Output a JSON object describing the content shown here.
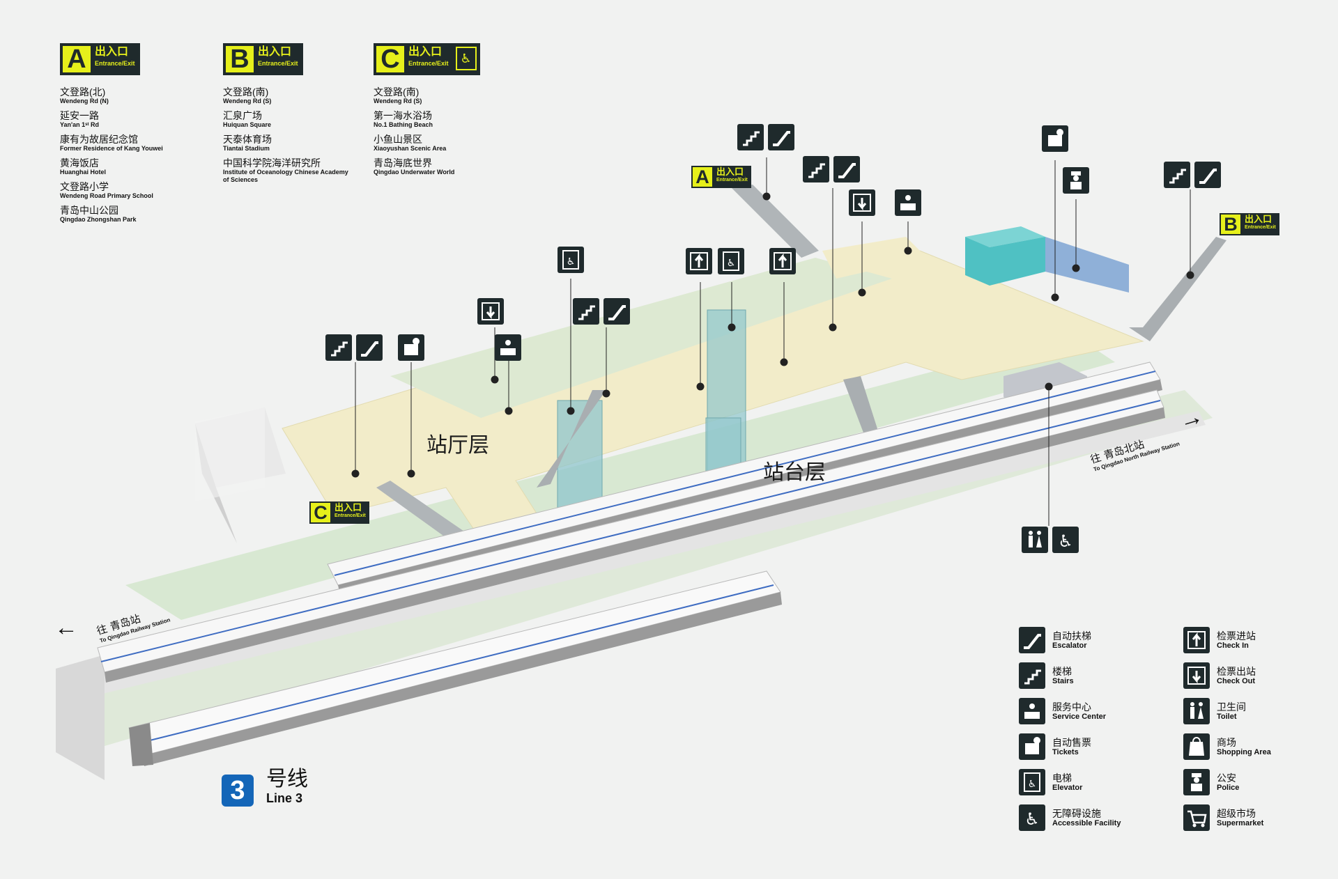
{
  "entrances": [
    {
      "letter": "A",
      "label_cn": "出入口",
      "label_en": "Entrance/Exit",
      "elevator": false,
      "destinations": [
        {
          "cn": "文登路(北)",
          "en": "Wendeng Rd (N)"
        },
        {
          "cn": "延安一路",
          "en": "Yan'an 1ˢᵗ Rd"
        },
        {
          "cn": "康有为故居纪念馆",
          "en": "Former Residence of Kang Youwei"
        },
        {
          "cn": "黄海饭店",
          "en": "Huanghai Hotel"
        },
        {
          "cn": "文登路小学",
          "en": "Wendeng Road Primary School"
        },
        {
          "cn": "青岛中山公园",
          "en": "Qingdao Zhongshan Park"
        }
      ]
    },
    {
      "letter": "B",
      "label_cn": "出入口",
      "label_en": "Entrance/Exit",
      "elevator": false,
      "destinations": [
        {
          "cn": "文登路(南)",
          "en": "Wendeng Rd (S)"
        },
        {
          "cn": "汇泉广场",
          "en": "Huiquan Square"
        },
        {
          "cn": "天泰体育场",
          "en": "Tiantai Stadium"
        },
        {
          "cn": "中国科学院海洋研究所",
          "en": "Institute of Oceanology Chinese Academy of Sciences"
        }
      ]
    },
    {
      "letter": "C",
      "label_cn": "出入口",
      "label_en": "Entrance/Exit",
      "elevator": true,
      "destinations": [
        {
          "cn": "文登路(南)",
          "en": "Wendeng Rd (S)"
        },
        {
          "cn": "第一海水浴场",
          "en": "No.1 Bathing Beach"
        },
        {
          "cn": "小鱼山景区",
          "en": "Xiaoyushan Scenic Area"
        },
        {
          "cn": "青岛海底世界",
          "en": "Qingdao Underwater World"
        }
      ]
    }
  ],
  "diagram": {
    "concourse_label": "站厅层",
    "platform_label": "站台层",
    "direction_left": {
      "cn": "往 青岛站",
      "en": "To Qingdao Railway Station"
    },
    "direction_right": {
      "cn": "往 青岛北站",
      "en": "To Qingdao North Railway Station"
    },
    "exit_label_cn": "出入口",
    "exit_label_en": "Entrance/Exit",
    "exit_letters": {
      "a": "A",
      "b": "B",
      "c": "C"
    }
  },
  "line": {
    "number": "3",
    "cn": "号线",
    "en": "Line 3",
    "color": "#1466b8"
  },
  "legend": [
    {
      "icon": "escalator-icon",
      "cn": "自动扶梯",
      "en": "Escalator"
    },
    {
      "icon": "stairs-icon",
      "cn": "楼梯",
      "en": "Stairs"
    },
    {
      "icon": "service-center-icon",
      "cn": "服务中心",
      "en": "Service Center"
    },
    {
      "icon": "tickets-icon",
      "cn": "自动售票",
      "en": "Tickets"
    },
    {
      "icon": "elevator-icon",
      "cn": "电梯",
      "en": "Elevator"
    },
    {
      "icon": "accessible-icon",
      "cn": "无障碍设施",
      "en": "Accessible Facility"
    },
    {
      "icon": "check-in-icon",
      "cn": "检票进站",
      "en": "Check In"
    },
    {
      "icon": "check-out-icon",
      "cn": "检票出站",
      "en": "Check Out"
    },
    {
      "icon": "toilet-icon",
      "cn": "卫生间",
      "en": "Toilet"
    },
    {
      "icon": "shopping-icon",
      "cn": "商场",
      "en": "Shopping Area"
    },
    {
      "icon": "police-icon",
      "cn": "公安",
      "en": "Police"
    },
    {
      "icon": "supermarket-icon",
      "cn": "超级市场",
      "en": "Supermarket"
    }
  ],
  "colors": {
    "sign_bg": "#1f2a2c",
    "sign_yellow": "#e6f01b",
    "concourse": "#f1ecc8",
    "platform": "#dbe9d4",
    "glass": "#8fc6cc"
  }
}
